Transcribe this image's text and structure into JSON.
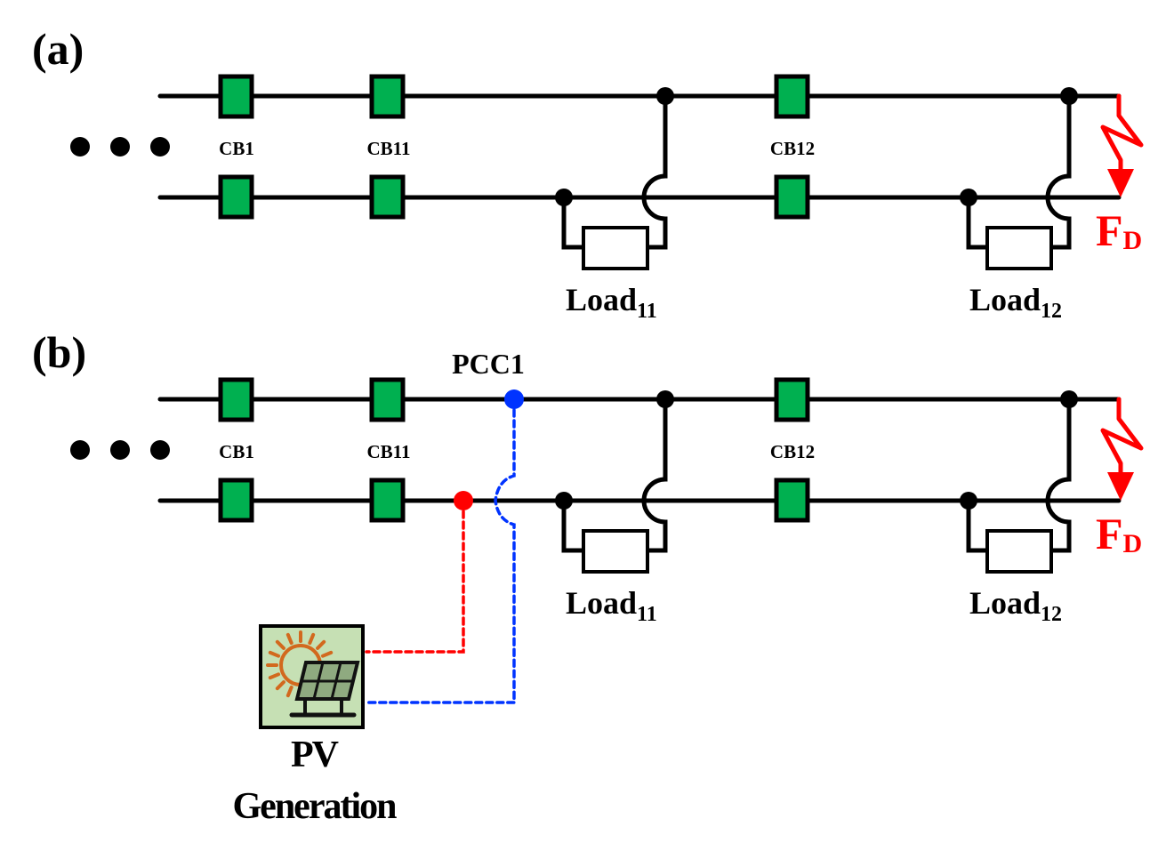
{
  "figure": {
    "panels": [
      {
        "label": "(a)",
        "ellipsis": "• • •",
        "breakers": [
          "CB1",
          "CB11",
          "CB12"
        ],
        "loads": [
          {
            "name": "Load",
            "subscript": "11"
          },
          {
            "name": "Load",
            "subscript": "12"
          }
        ],
        "fault": {
          "name": "F",
          "subscript": "D"
        }
      },
      {
        "label": "(b)",
        "ellipsis": "• • •",
        "breakers": [
          "CB1",
          "CB11",
          "CB12"
        ],
        "loads": [
          {
            "name": "Load",
            "subscript": "11"
          },
          {
            "name": "Load",
            "subscript": "12"
          }
        ],
        "fault": {
          "name": "F",
          "subscript": "D"
        },
        "pcc_label": "PCC1",
        "pv": {
          "line1": "PV",
          "line2": "Generation"
        }
      }
    ],
    "colors": {
      "breaker": "#00b050",
      "fault": "#ff0000",
      "pcc_blue": "#0033ff",
      "pv_red": "#ff0000",
      "pv_bg": "#c6e0b4",
      "sun": "#d2691e"
    }
  }
}
